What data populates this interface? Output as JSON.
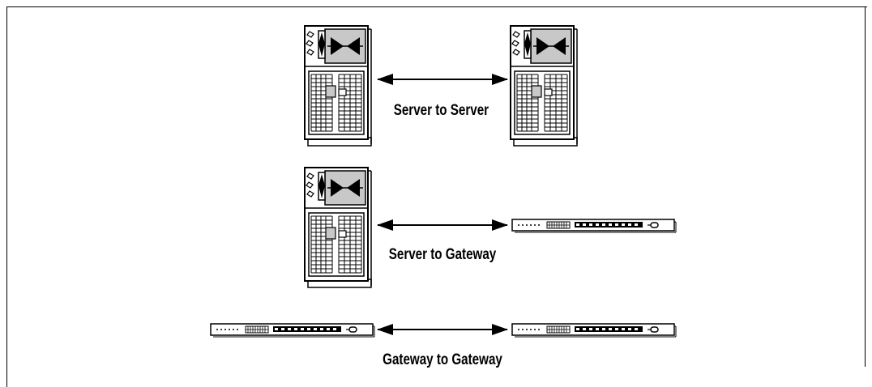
{
  "labels": {
    "server_to_server": "Server to Server",
    "server_to_gateway": "Server to Gateway",
    "gateway_to_gateway": "Gateway to Gateway"
  },
  "colors": {
    "line": "#000000",
    "panel": "#c8c8c8",
    "background": "#ffffff"
  }
}
